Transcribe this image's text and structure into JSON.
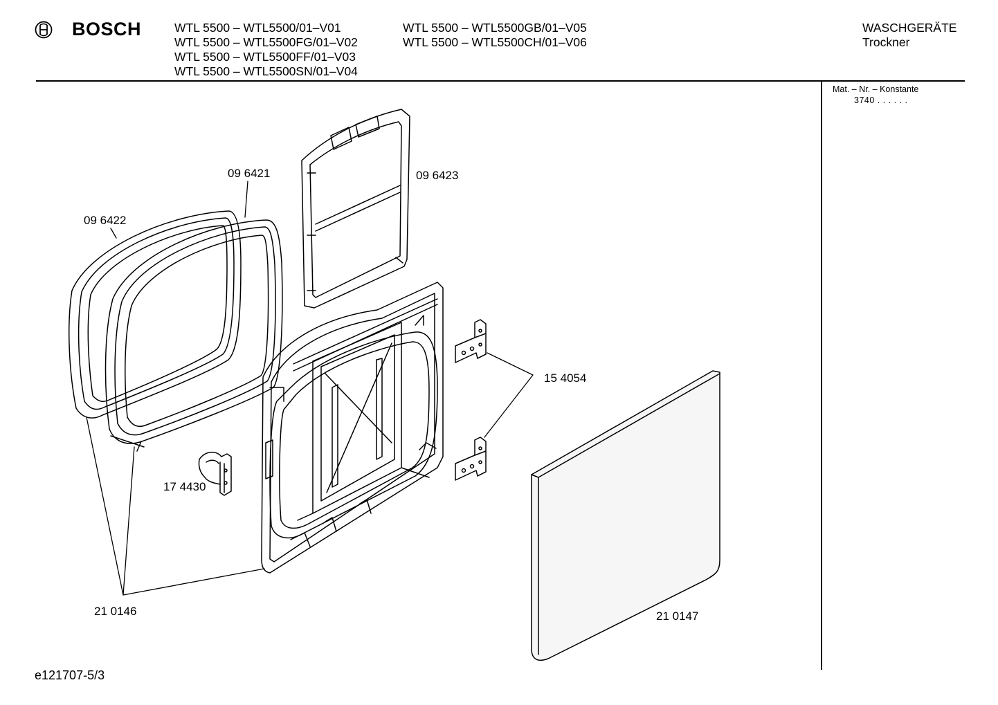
{
  "header": {
    "brand": "BOSCH",
    "models_col1": [
      "WTL 5500 – WTL5500/01–V01",
      "WTL 5500 – WTL5500FG/01–V02",
      "WTL 5500 – WTL5500FF/01–V03",
      "WTL 5500 – WTL5500SN/01–V04"
    ],
    "models_col2": [
      "WTL 5500 – WTL5500GB/01–V05",
      "WTL 5500 – WTL5500CH/01–V06"
    ],
    "category": "WASCHGERÄTE",
    "subcategory": "Trockner"
  },
  "sidebar": {
    "mat_label": "Mat. – Nr. – Konstante",
    "mat_value": "3740  .  .     .  .  .  ."
  },
  "parts": {
    "p096421": "09 6421",
    "p096422": "09 6422",
    "p096423": "09 6423",
    "p154054": "15 4054",
    "p174430": "17 4430",
    "p210146": "21 0146",
    "p210147": "21 0147"
  },
  "footer": {
    "doc_id": "e121707-5/3"
  }
}
